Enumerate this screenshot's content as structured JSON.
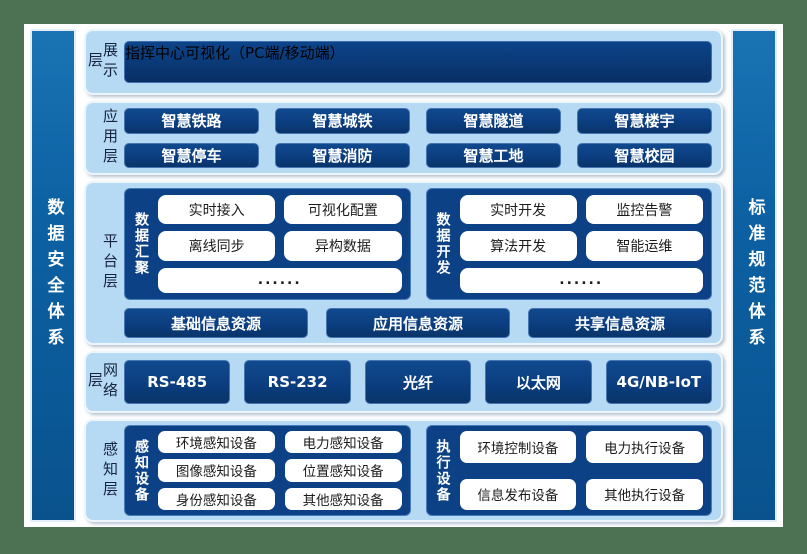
{
  "palette": {
    "frame_green": "#4d7253",
    "canvas_white": "#ffffff",
    "layer_light_blue": "#b6daf4",
    "box_dark_blue": "#0c4183",
    "pillar_blue": "#0d62a4",
    "label_dark_navy": "#16243f",
    "text_white": "#ffffff"
  },
  "pillars": {
    "left": "数据安全体系",
    "right": "标准规范体系"
  },
  "layers": {
    "display": {
      "label": "展示层",
      "title": "指挥中心可视化（PC端/移动端）"
    },
    "application": {
      "label": "应用层",
      "items": [
        "智慧铁路",
        "智慧城铁",
        "智慧隧道",
        "智慧楼宇",
        "智慧停车",
        "智慧消防",
        "智慧工地",
        "智慧校园"
      ]
    },
    "platform": {
      "label": "平台层",
      "groups": [
        {
          "label": "数据汇聚",
          "items": [
            "实时接入",
            "可视化配置",
            "离线同步",
            "异构数据"
          ],
          "more": "......"
        },
        {
          "label": "数据开发",
          "items": [
            "实时开发",
            "监控告警",
            "算法开发",
            "智能运维"
          ],
          "more": "......"
        }
      ],
      "resources": [
        "基础信息资源",
        "应用信息资源",
        "共享信息资源"
      ]
    },
    "network": {
      "label": "网络层",
      "items": [
        "RS-485",
        "RS-232",
        "光纤",
        "以太网",
        "4G/NB-IoT"
      ]
    },
    "perception": {
      "label": "感知层",
      "groups": [
        {
          "label": "感知设备",
          "items": [
            "环境感知设备",
            "电力感知设备",
            "图像感知设备",
            "位置感知设备",
            "身份感知设备",
            "其他感知设备"
          ]
        },
        {
          "label": "执行设备",
          "items": [
            "环境控制设备",
            "电力执行设备",
            "信息发布设备",
            "其他执行设备"
          ]
        }
      ]
    }
  }
}
